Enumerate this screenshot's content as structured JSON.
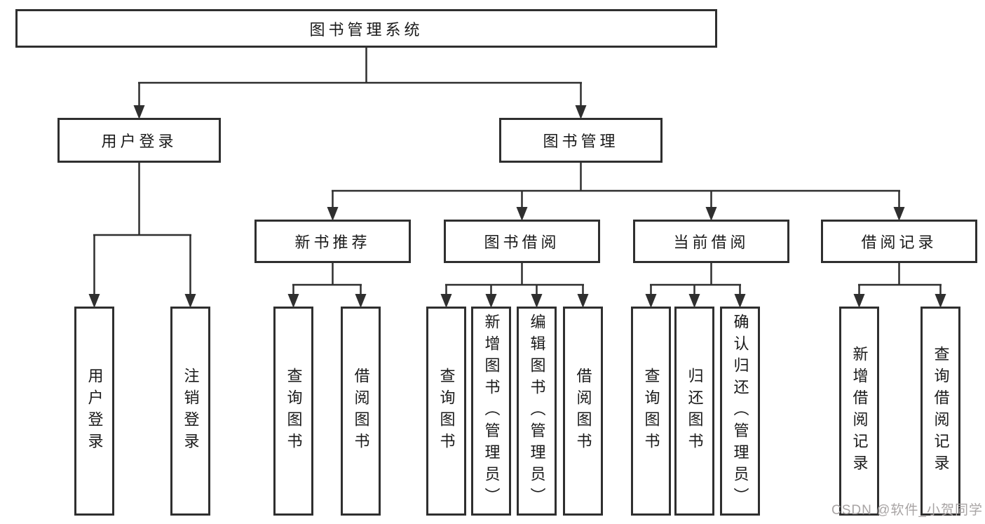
{
  "tree": {
    "label": "图书管理系统",
    "children": [
      {
        "label": "用户登录",
        "children": [
          {
            "label": "用户登录"
          },
          {
            "label": "注销登录"
          }
        ]
      },
      {
        "label": "图书管理",
        "children": [
          {
            "label": "新书推荐",
            "children": [
              {
                "label": "查询图书"
              },
              {
                "label": "借阅图书"
              }
            ]
          },
          {
            "label": "图书借阅",
            "children": [
              {
                "label": "查询图书"
              },
              {
                "label": "新增图书（管理员）"
              },
              {
                "label": "编辑图书（管理员）"
              },
              {
                "label": "借阅图书"
              }
            ]
          },
          {
            "label": "当前借阅",
            "children": [
              {
                "label": "查询图书"
              },
              {
                "label": "归还图书"
              },
              {
                "label": "确认归还（管理员）"
              }
            ]
          },
          {
            "label": "借阅记录",
            "children": [
              {
                "label": "新增借阅记录"
              },
              {
                "label": "查询借阅记录"
              }
            ]
          }
        ]
      }
    ]
  },
  "watermark": {
    "text": "CSDN @软件_小贺同学"
  },
  "colors": {
    "line": "#2f2f2f",
    "text": "#1a1a1a",
    "watermark": "#a8a4a4",
    "background": "#ffffff"
  }
}
